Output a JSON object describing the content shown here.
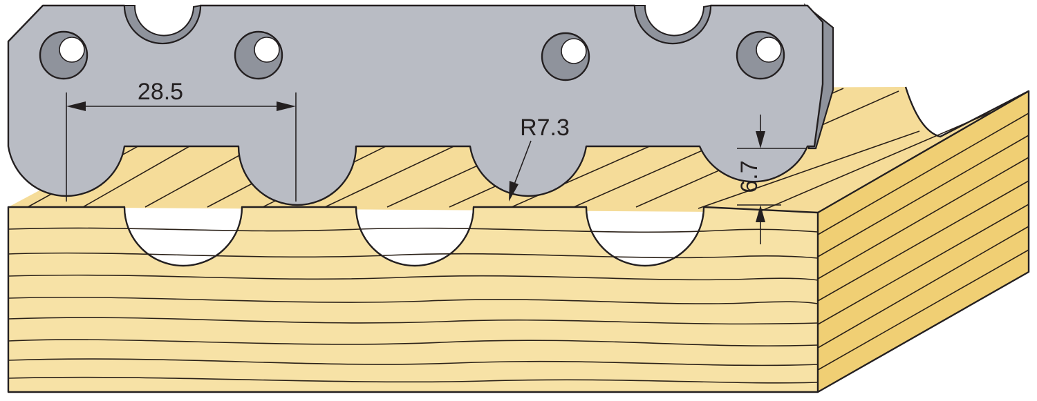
{
  "diagram": {
    "dimensions": {
      "pitch": "28.5",
      "radius": "R7.3",
      "depth": "6.7"
    },
    "colors": {
      "wood_front": "#f7e2a6",
      "wood_side": "#f0cf74",
      "wood_top": "#f5dc99",
      "knife_face": "#b9bcc4",
      "knife_edge": "#8f939c",
      "outline": "#231f20"
    }
  }
}
